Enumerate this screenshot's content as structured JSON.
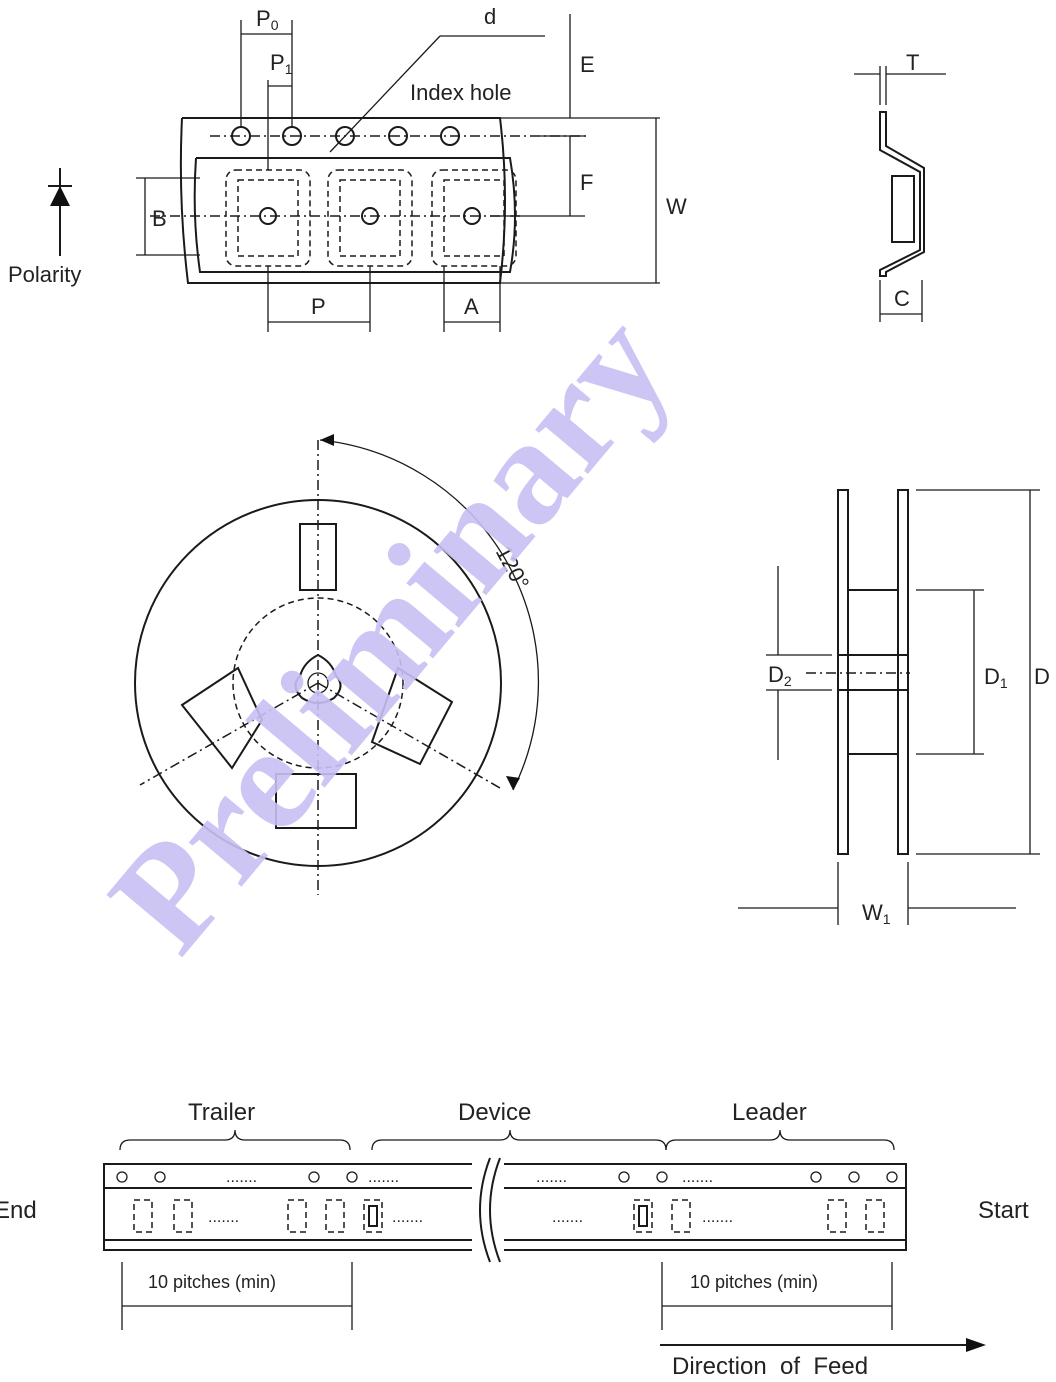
{
  "tape_view": {
    "labels": {
      "P0": "P",
      "P0_sub": "0",
      "P1": "P",
      "P1_sub": "1",
      "d": "d",
      "index_hole": "Index hole",
      "E": "E",
      "F": "F",
      "W": "W",
      "B": "B",
      "P": "P",
      "A": "A"
    },
    "polarity": "Polarity"
  },
  "side_view": {
    "T": "T",
    "C": "C"
  },
  "reel_view": {
    "angle": "120°"
  },
  "reel_side_view": {
    "D2": "D",
    "D2_sub": "2",
    "D1": "D",
    "D1_sub": "1",
    "D": "D",
    "W1": "W",
    "W1_sub": "1"
  },
  "watermark": "Preliminary",
  "feed_diagram": {
    "sections": [
      "Trailer",
      "Device",
      "Leader"
    ],
    "end_label": "End",
    "start_label": "Start",
    "trailer_pitches": "10 pitches (min)",
    "leader_pitches": "10 pitches (min)",
    "direction": "Direction  of  Feed"
  }
}
